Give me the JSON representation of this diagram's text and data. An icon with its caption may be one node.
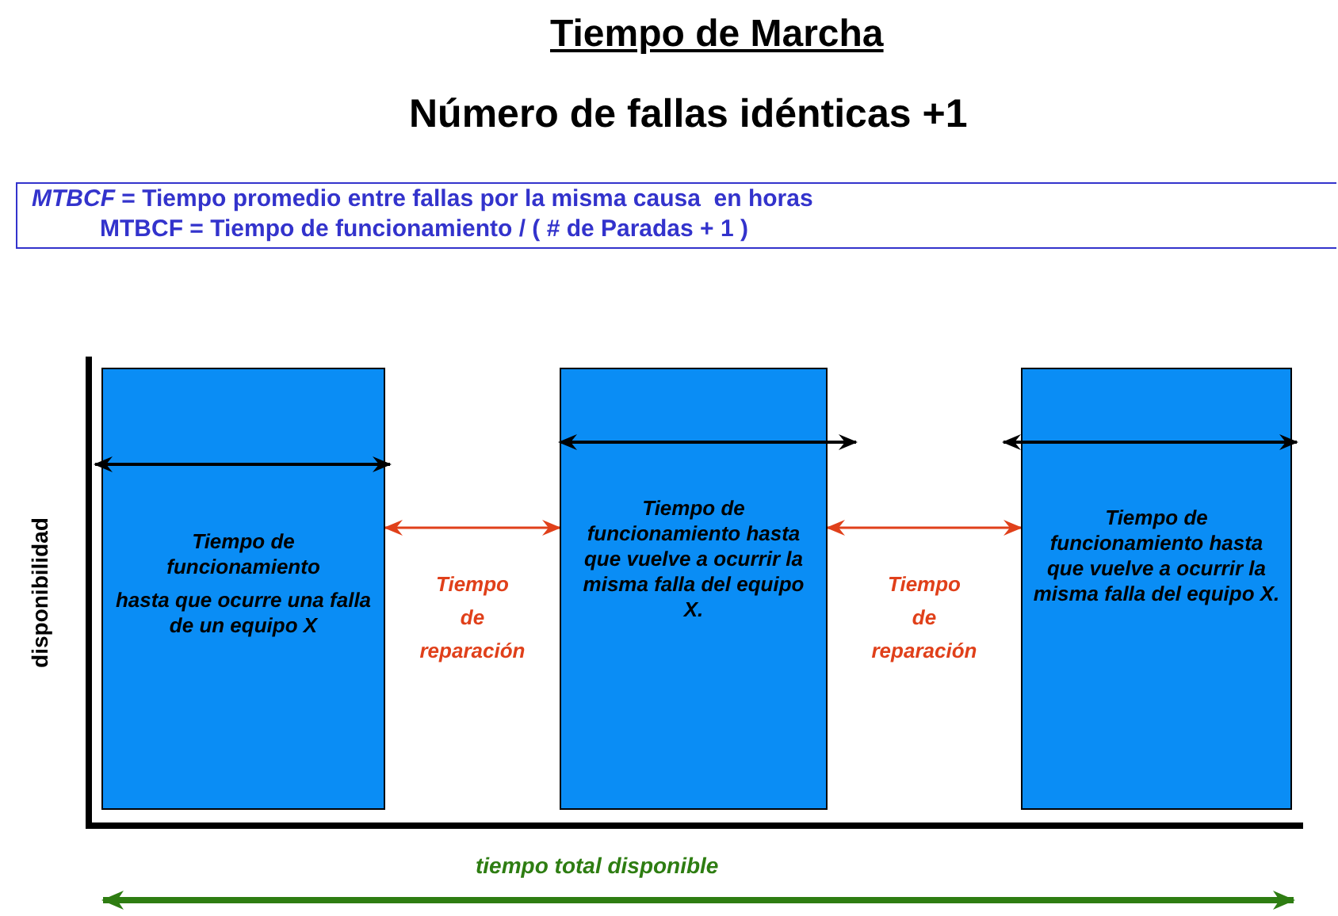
{
  "diagram": {
    "title": "Tiempo de Marcha",
    "nodes": [
      {
        "text": [
          "*MTBCF* = Tiempo promedio entre fallas por la misma causa  en horas",
          "MTBCF = Tiempo de funcionamiento / ( # de Paradas + 1 )"
        ]
      },
      {
        "text": [
          "Tiempo de funcionamiento",
          "hasta que ocurre una falla  de un equipo X"
        ]
      },
      {
        "text": [
          "Tiempo de funcionamiento hasta que vuelve a ocurrir la misma falla del equipo X."
        ]
      },
      {
        "text": [
          "Tiempo de funcionamiento hasta que vuelve a ocurrir la misma falla del equipo X."
        ]
      }
    ],
    "edges": [
      {
        "from": 1,
        "to": 2,
        "arrow": "both",
        "label": "Tiempo de reparación",
        "color": "#e0401a"
      },
      {
        "from": 2,
        "to": 3,
        "arrow": "both",
        "label": "Tiempo de reparación",
        "color": "#e0401a"
      }
    ],
    "labels": [
      "Número de fallas idénticas +1",
      "disponibilidad",
      "tiempo total disponible"
    ]
  }
}
